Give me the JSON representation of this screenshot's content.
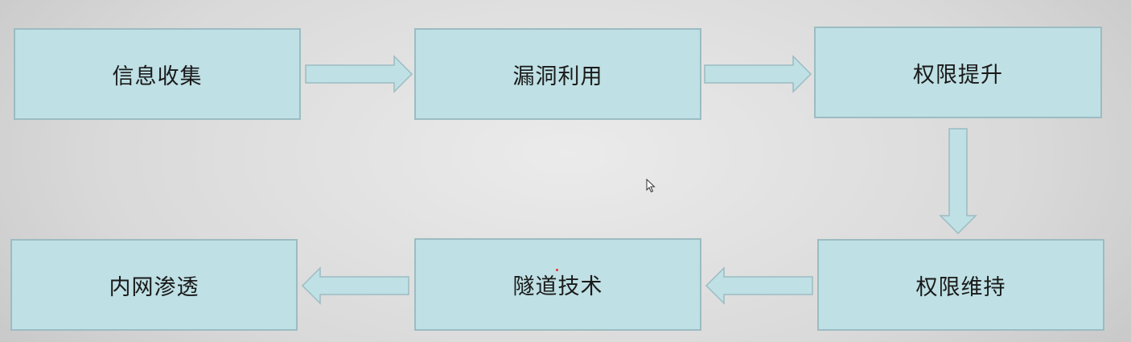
{
  "flow": {
    "steps": [
      "信息收集",
      "漏洞利用",
      "权限提升",
      "权限维持",
      "隧道技术",
      "内网渗透"
    ]
  },
  "icons": {
    "cursor": "mouse-pointer-icon"
  },
  "colors": {
    "box_fill": "#bfe0e4",
    "box_border": "#9bbcc2",
    "text": "#1a1a1a"
  }
}
